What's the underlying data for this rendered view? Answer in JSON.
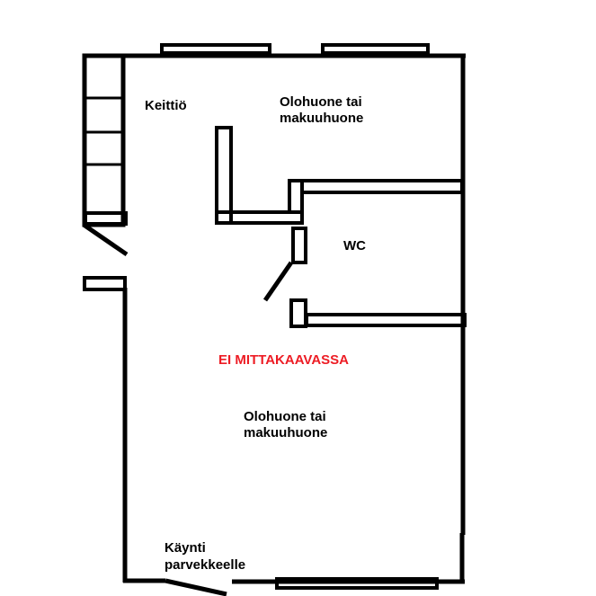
{
  "labels": {
    "kitchen": "Keittiö",
    "room_top_line1": "Olohuone tai",
    "room_top_line2": "makuuhuone",
    "wc": "WC",
    "scale_note": "EI MITTAKAAVASSA",
    "room_bottom_line1": "Olohuone tai",
    "room_bottom_line2": "makuuhuone",
    "balcony_line1": "Käynti",
    "balcony_line2": "parvekkeelle"
  },
  "colors": {
    "wall": "#000000",
    "note": "#ed1c24",
    "background": "#ffffff"
  }
}
